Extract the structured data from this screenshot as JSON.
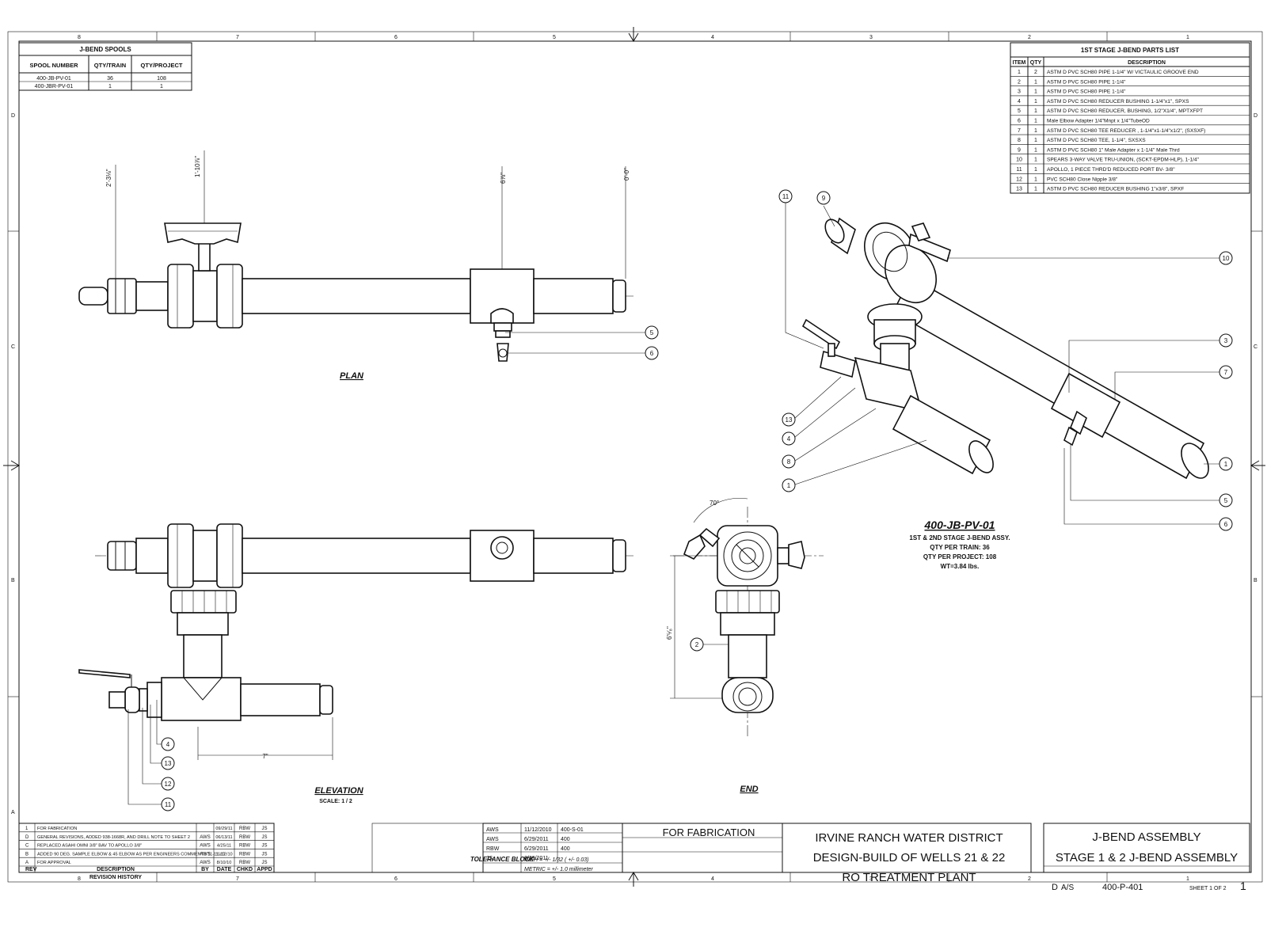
{
  "border": {
    "top_numbers": [
      "8",
      "7",
      "6",
      "5",
      "4",
      "3",
      "2",
      "1"
    ],
    "side_letters": [
      "D",
      "C",
      "B",
      "A"
    ]
  },
  "spools_table": {
    "title": "J-BEND SPOOLS",
    "headers": [
      "SPOOL NUMBER",
      "QTY/TRAIN",
      "QTY/PROJECT"
    ],
    "rows": [
      [
        "400-JB-PV-01",
        "36",
        "108"
      ],
      [
        "400-JBR-PV-01",
        "1",
        "1"
      ]
    ]
  },
  "parts_list": {
    "title": "1ST STAGE J-BEND PARTS LIST",
    "headers": [
      "ITEM",
      "QTY",
      "DESCRIPTION"
    ],
    "rows": [
      [
        "1",
        "2",
        "ASTM D PVC SCH80 PIPE 1-1/4\" W/ VICTAULIC GROOVE END"
      ],
      [
        "2",
        "1",
        "ASTM D PVC SCH80 PIPE 1-1/4\""
      ],
      [
        "3",
        "1",
        "ASTM D PVC SCH80 PIPE 1-1/4\""
      ],
      [
        "4",
        "1",
        "ASTM D PVC SCH80 REDUCER BUSHING 1-1/4\"x1\", SPXS"
      ],
      [
        "5",
        "1",
        "ASTM D PVC SCH80 REDUCER, BUSHING, 1/2\"X1/4\", MPTXFPT"
      ],
      [
        "6",
        "1",
        "Male Elbow Adapter 1/4\"Mnpt x 1/4\"TubeOD"
      ],
      [
        "7",
        "1",
        "ASTM D PVC SCH80 TEE REDUCER , 1-1/4\"x1-1/4\"x1/2\", (SXSXF)"
      ],
      [
        "8",
        "1",
        "ASTM D PVC SCH80 TEE, 1-1/4\", SXSXS"
      ],
      [
        "9",
        "1",
        "ASTM D PVC SCH80 1\" Male Adapter x 1-1/4\" Male Thrd"
      ],
      [
        "10",
        "1",
        "SPEARS 3-WAY VALVE TRU-UNION, (SCKT-EPDM-HLP), 1-1/4\""
      ],
      [
        "11",
        "1",
        "APOLLO, 1 PIECE THRD'D REDUCED PORT BV- 3/8\""
      ],
      [
        "12",
        "1",
        "PVC SCH80 Close Nipple 3/8\""
      ],
      [
        "13",
        "1",
        "ASTM D PVC SCH80 REDUCER BUSHING 1\"x3/8\", SPXF"
      ]
    ]
  },
  "views": {
    "plan": "PLAN",
    "elevation": "ELEVATION",
    "elevation_scale": "SCALE: 1 / 2",
    "end": "END"
  },
  "dimensions": {
    "plan_left": "2'-3⅛\"",
    "plan_valve": "1'-10⅞\"",
    "plan_tee": "6⅞\"",
    "plan_right": "0'-0\"",
    "elev_len": "7\"",
    "end_height": "6'⁵⁄₈\"",
    "end_angle": "70°"
  },
  "assembly": {
    "name": "400-JB-PV-01",
    "desc": "1ST & 2ND STAGE J-BEND ASSY.",
    "qty_train": "QTY PER TRAIN: 36",
    "qty_project": "QTY PER PROJECT: 108",
    "weight": "WT=3.84 lbs."
  },
  "balloons": {
    "plan": [
      "5",
      "6"
    ],
    "iso_left": [
      "11",
      "9",
      "13",
      "4",
      "8",
      "1"
    ],
    "iso_right": [
      "10",
      "3",
      "7",
      "1",
      "5",
      "6"
    ],
    "elev": [
      "4",
      "13",
      "12",
      "11"
    ],
    "end": [
      "2"
    ]
  },
  "revisions": {
    "rows": [
      {
        "rev": "1",
        "desc": "FOR FABRICATION",
        "by": "",
        "date": "09/29/11",
        "chkd": "RBW",
        "appd": "JS"
      },
      {
        "rev": "D",
        "desc": "GENERAL REVISIONS, ADDED 938-1668R, AND DRILL NOTE TO SHEET 2",
        "by": "AWS",
        "date": "06/13/11",
        "chkd": "RBW",
        "appd": "JS"
      },
      {
        "rev": "C",
        "desc": "REPLACED ASAHI OMNI 3/8\" BAV TO APOLLO 3/8\"",
        "by": "AWS",
        "date": "4/25/11",
        "chkd": "RBW",
        "appd": "JS"
      },
      {
        "rev": "B",
        "desc": "ADDED 90 DEG. SAMPLE ELBOW & 45 ELBOW AS PER ENGINEERS COMMENTS 11-11-10",
        "by": "AWS",
        "date": "11/12/10",
        "chkd": "RBW",
        "appd": "JS"
      },
      {
        "rev": "A",
        "desc": "FOR APPROVAL",
        "by": "AWS",
        "date": "8/10/10",
        "chkd": "RBW",
        "appd": "JS"
      }
    ],
    "headers": [
      "REV",
      "DESCRIPTION",
      "BY",
      "DATE",
      "CHKD",
      "APPD"
    ],
    "title": "REVISION HISTORY"
  },
  "signoff": {
    "rows": [
      {
        "role": "AWS",
        "date": "11/12/2010",
        "ref": "400-S-01"
      },
      {
        "role": "AWS",
        "date": "6/29/2011",
        "ref": "400"
      },
      {
        "role": "RBW",
        "date": "6/29/2011",
        "ref": "400"
      },
      {
        "role": "JS",
        "date": "6/29/2011",
        "ref": ""
      }
    ],
    "tolerance_label": "TOLERANCE BLOCK",
    "inch": "INCH = +/- 1/32 ( +/- 0.03)",
    "metric": "METRIC = +/- 1.0 millimeter"
  },
  "title_block": {
    "status": "FOR FABRICATION",
    "project": [
      "IRVINE RANCH WATER DISTRICT",
      "DESIGN-BUILD OF WELLS 21 & 22",
      "RO TREATMENT PLANT"
    ],
    "drawing_title": [
      "J-BEND ASSEMBLY",
      "STAGE 1 & 2 J-BEND ASSEMBLY"
    ],
    "size": "D",
    "scale": "A/S",
    "dwg_no": "400-P-401",
    "sheet": "SHEET 1 OF 2",
    "rev": "1"
  }
}
